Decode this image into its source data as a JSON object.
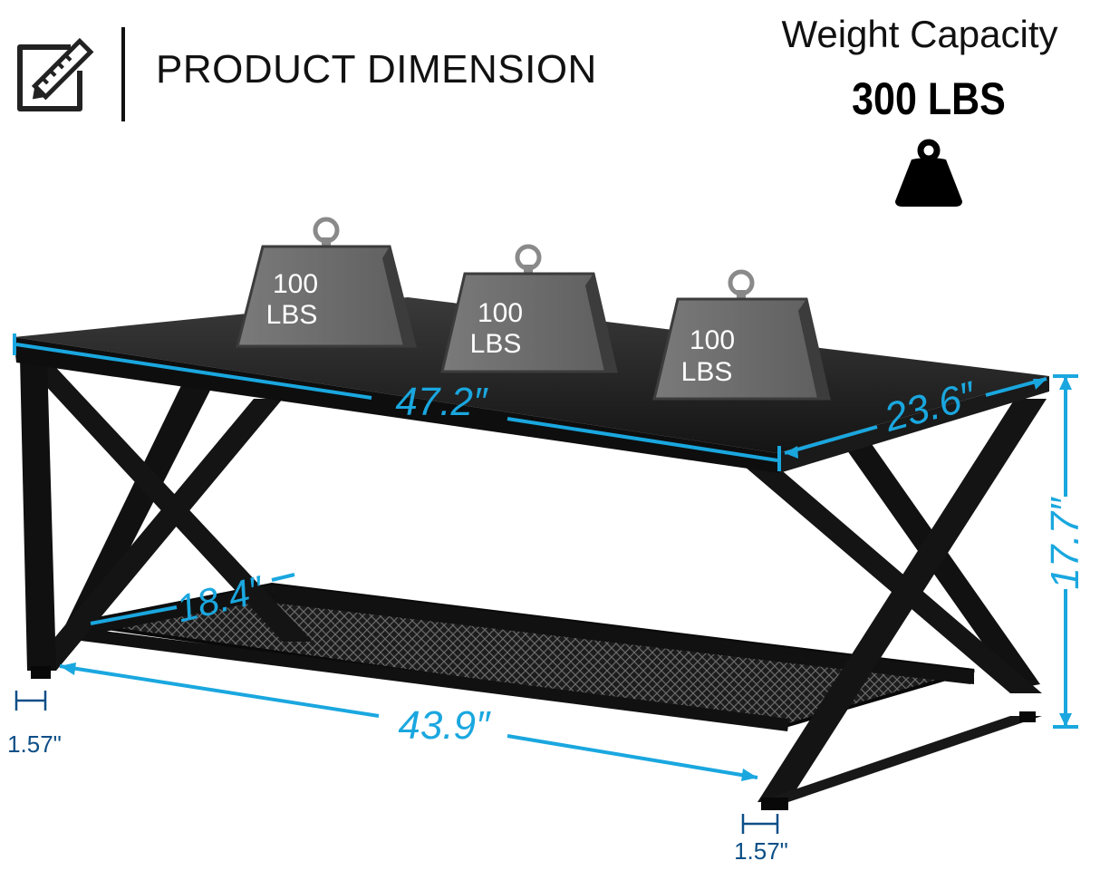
{
  "header": {
    "title": "PRODUCT DIMENSION",
    "icon": "ruler-pencil-icon"
  },
  "capacity": {
    "label": "Weight Capacity",
    "value": "300 LBS",
    "icon": "weight-icon"
  },
  "weights": [
    {
      "line1": "100",
      "line2": "LBS"
    },
    {
      "line1": "100",
      "line2": "LBS"
    },
    {
      "line1": "100",
      "line2": "LBS"
    }
  ],
  "dimensions": {
    "top_length": "47.2″",
    "top_depth": "23.6″",
    "height": "17.7″",
    "shelf_depth": "18.4″",
    "base_length": "43.9″",
    "foot_left": "1.57\"",
    "foot_right": "1.57\""
  },
  "colors": {
    "accent": "#1aa7df",
    "table": "#1b1b1b",
    "weight": "#6e6e6e"
  }
}
